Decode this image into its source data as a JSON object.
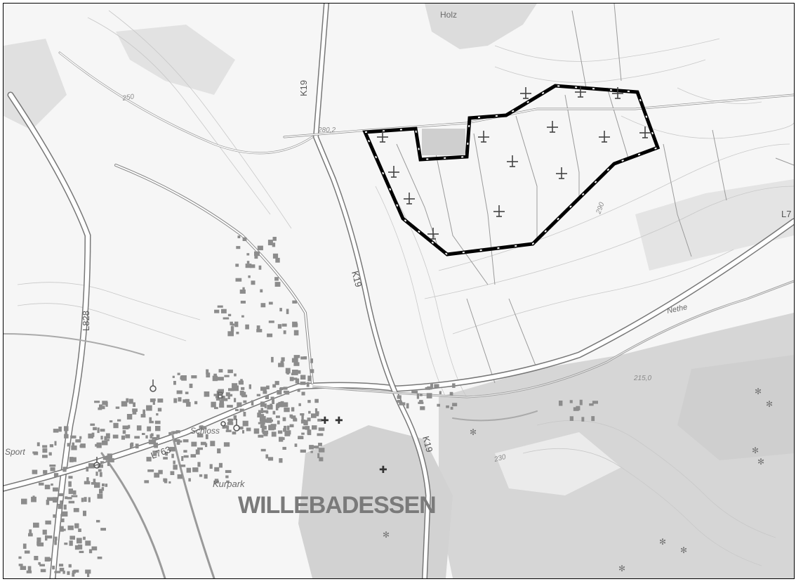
{
  "map": {
    "town_label": "WILLEBADESSEN",
    "place_labels": {
      "holz": "Holz",
      "sport": "Sport",
      "schloss": "Schloss",
      "kurpark": "Kurpark",
      "nethe": "Nethe",
      "b": "B"
    },
    "road_labels": {
      "k19_north": "K19",
      "k19_middle": "K19",
      "k19_south": "K19",
      "l828": "L828",
      "l763": "L763",
      "l7_east": "L7"
    },
    "elevation_labels": {
      "e280": "280,2",
      "e215": "215,0",
      "e250": "250",
      "e290": "290",
      "e230": "230"
    },
    "symbols": {
      "wind_turbine_count": 16,
      "boundary_style": "dashed black/white"
    },
    "colors": {
      "background": "#f6f6f6",
      "forest": "#d9d9d9",
      "dark_forest": "#c9c9c9",
      "buildings": "#8c8c8c",
      "roads": "#ffffff",
      "boundary": "#000000"
    }
  }
}
